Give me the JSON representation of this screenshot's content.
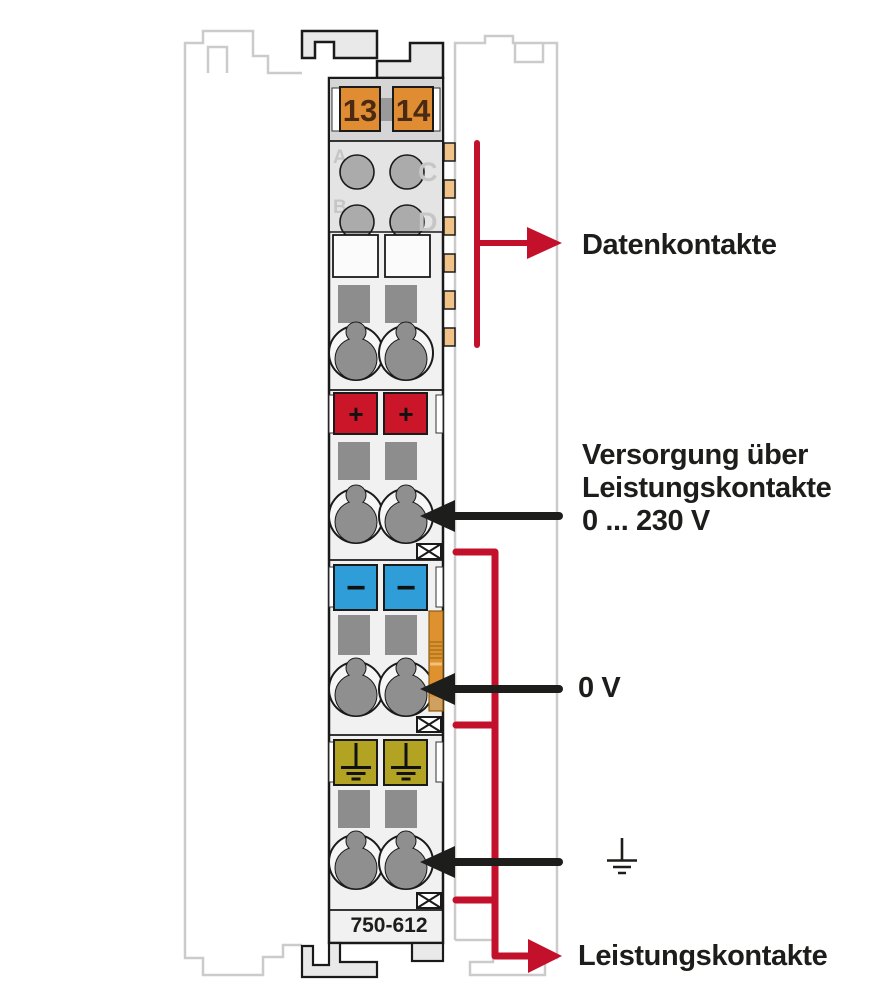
{
  "diagram": {
    "module": {
      "part_number": "750-612",
      "terminal_numbers": [
        "13",
        "14"
      ],
      "data_contact_labels": [
        "A",
        "B",
        "C",
        "D"
      ],
      "plus_symbol": "+",
      "minus_symbol": "−"
    },
    "callouts": {
      "datenkontakte": "Datenkontakte",
      "versorgung_line1": "Versorgung über",
      "versorgung_line2": "Leistungskontakte",
      "versorgung_line3": "0 ... 230 V",
      "zero_volt": "0 V",
      "leistungskontakte": "Leistungskontakte"
    },
    "colors": {
      "callout_red": "#c3112c",
      "arrow_black": "#1d1d1b",
      "terminal_orange": "#df8c33",
      "supply_red": "#cb1528",
      "neutral_blue": "#2f9dd8",
      "ground_olive": "#b2a323",
      "data_contact_tan": "#f0c287",
      "ghost_gray": "#cbcbcb",
      "terminal_number_brown": "#4a2a12"
    }
  }
}
